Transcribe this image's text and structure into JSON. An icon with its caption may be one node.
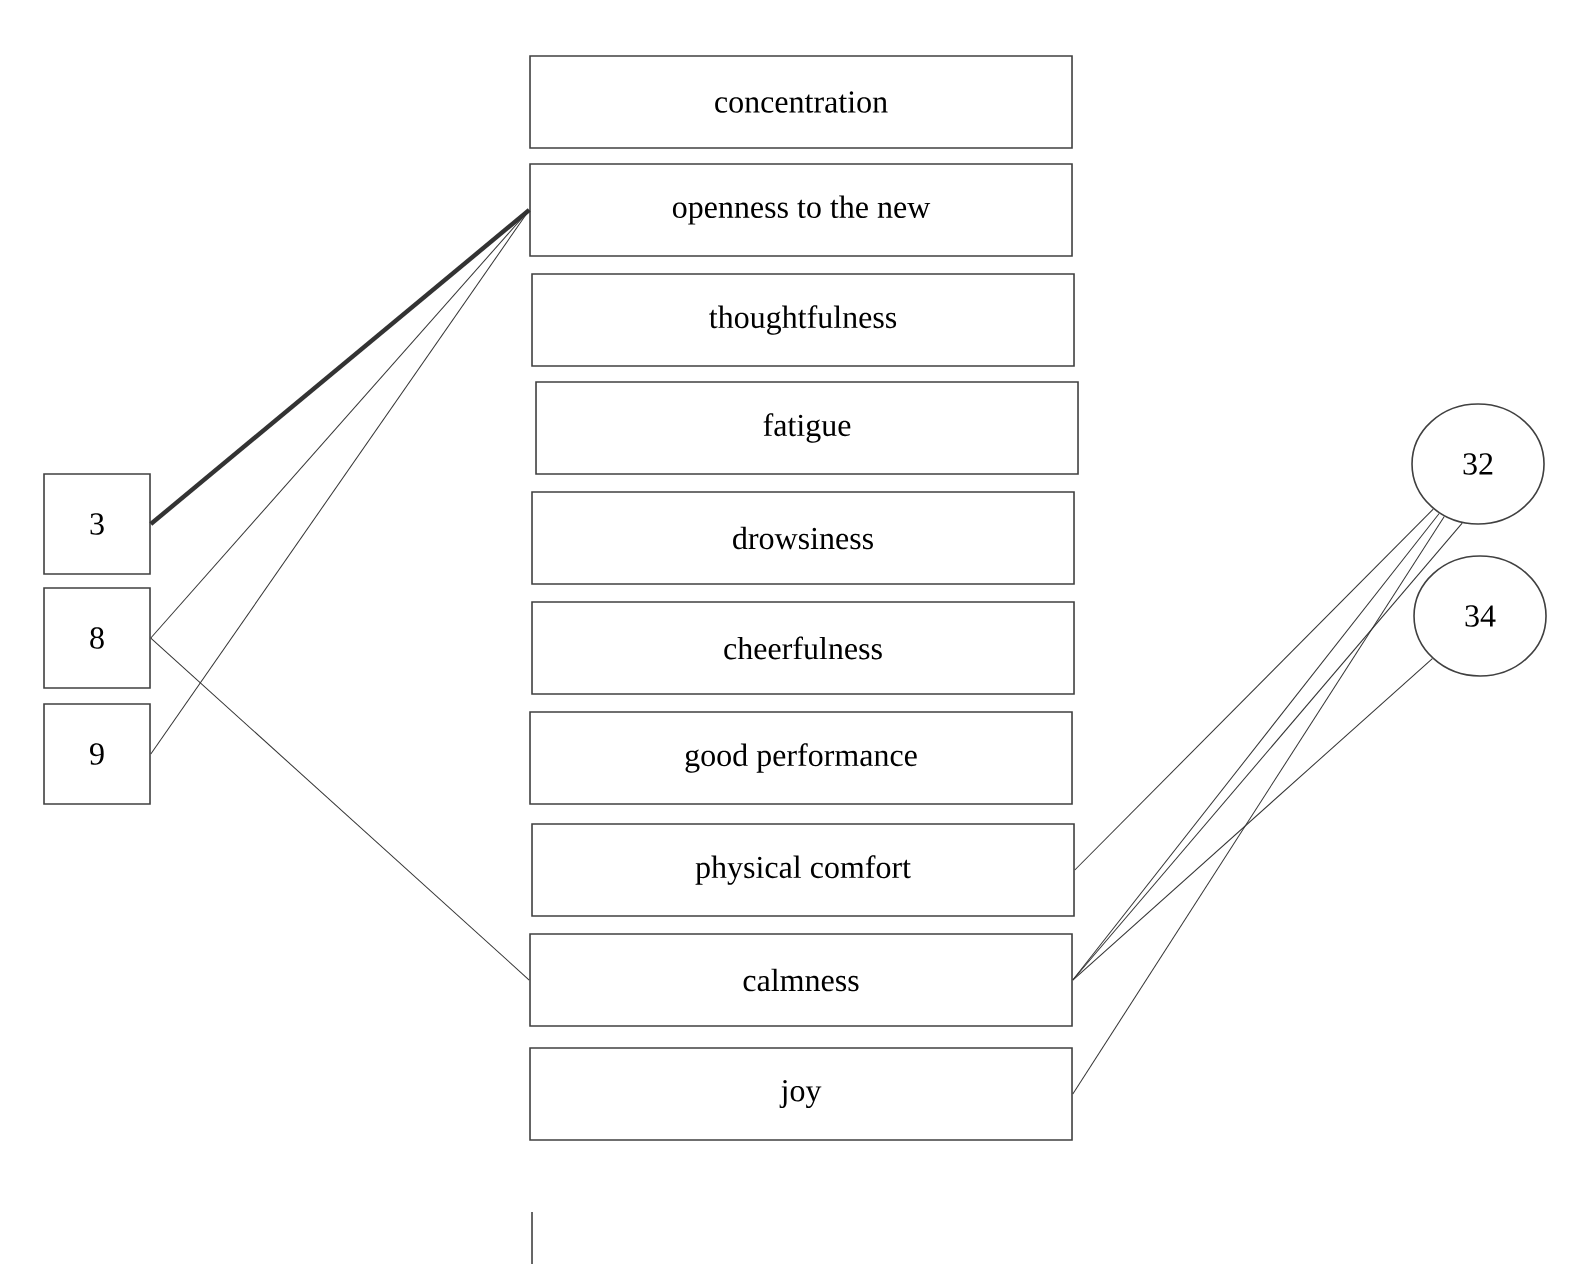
{
  "diagram": {
    "nodes": [
      {
        "text": [
          "concentration"
        ]
      },
      {
        "text": [
          "openness to the new"
        ]
      },
      {
        "text": [
          "thoughtfulness"
        ]
      },
      {
        "text": [
          "fatigue"
        ]
      },
      {
        "text": [
          "drowsiness"
        ]
      },
      {
        "text": [
          "cheerfulness"
        ]
      },
      {
        "text": [
          "good performance"
        ]
      },
      {
        "text": [
          "physical comfort"
        ]
      },
      {
        "text": [
          "calmness"
        ]
      },
      {
        "text": [
          "joy"
        ]
      },
      {
        "text": [
          "3"
        ]
      },
      {
        "text": [
          "8"
        ]
      },
      {
        "text": [
          "9"
        ]
      },
      {
        "text": [
          "32"
        ]
      },
      {
        "text": [
          "34"
        ]
      }
    ],
    "edges": [
      {
        "from": 10,
        "to": 1,
        "arrow": "none",
        "style": "thick"
      },
      {
        "from": 11,
        "to": 1,
        "arrow": "none"
      },
      {
        "from": 12,
        "to": 1,
        "arrow": "none"
      },
      {
        "from": 11,
        "to": 8,
        "arrow": "none"
      },
      {
        "from": 13,
        "to": 7,
        "arrow": "none"
      },
      {
        "from": 13,
        "to": 8,
        "arrow": "none"
      },
      {
        "from": 13,
        "to": 8,
        "arrow": "none"
      },
      {
        "from": 13,
        "to": 9,
        "arrow": "none"
      },
      {
        "from": 14,
        "to": 8,
        "arrow": "none"
      }
    ]
  }
}
